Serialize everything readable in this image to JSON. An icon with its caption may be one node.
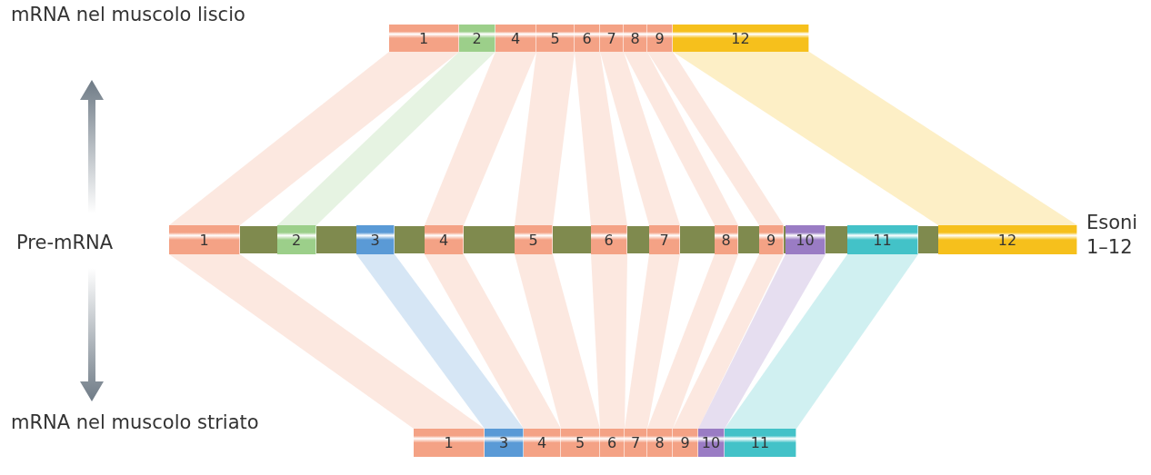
{
  "diagram": {
    "nodes": [
      {
        "text": [
          "1"
        ]
      },
      {
        "text": [
          "2"
        ]
      },
      {
        "text": [
          "4"
        ]
      },
      {
        "text": [
          "5"
        ]
      },
      {
        "text": [
          "6"
        ]
      },
      {
        "text": [
          "7"
        ]
      },
      {
        "text": [
          "8"
        ]
      },
      {
        "text": [
          "9"
        ]
      },
      {
        "text": [
          "12"
        ]
      },
      {
        "text": [
          "1"
        ]
      },
      {
        "text": [
          "2"
        ]
      },
      {
        "text": [
          "3"
        ]
      },
      {
        "text": [
          "4"
        ]
      },
      {
        "text": [
          "5"
        ]
      },
      {
        "text": [
          "6"
        ]
      },
      {
        "text": [
          "7"
        ]
      },
      {
        "text": [
          "8"
        ]
      },
      {
        "text": [
          "9"
        ]
      },
      {
        "text": [
          "10"
        ]
      },
      {
        "text": [
          "11"
        ]
      },
      {
        "text": [
          "12"
        ]
      },
      {
        "text": [
          "1"
        ]
      },
      {
        "text": [
          "3"
        ]
      },
      {
        "text": [
          "4"
        ]
      },
      {
        "text": [
          "5"
        ]
      },
      {
        "text": [
          "6"
        ]
      },
      {
        "text": [
          "7"
        ]
      },
      {
        "text": [
          "8"
        ]
      },
      {
        "text": [
          "9"
        ]
      },
      {
        "text": [
          "10"
        ]
      },
      {
        "text": [
          "11"
        ]
      }
    ],
    "edges": [
      {
        "from": 9,
        "to": 0,
        "arrow": "none"
      },
      {
        "from": 10,
        "to": 1,
        "arrow": "none"
      },
      {
        "from": 12,
        "to": 2,
        "arrow": "none"
      },
      {
        "from": 13,
        "to": 3,
        "arrow": "none"
      },
      {
        "from": 14,
        "to": 4,
        "arrow": "none"
      },
      {
        "from": 15,
        "to": 5,
        "arrow": "none"
      },
      {
        "from": 16,
        "to": 6,
        "arrow": "none"
      },
      {
        "from": 17,
        "to": 7,
        "arrow": "none"
      },
      {
        "from": 20,
        "to": 8,
        "arrow": "none"
      },
      {
        "from": 9,
        "to": 21,
        "arrow": "none"
      },
      {
        "from": 11,
        "to": 22,
        "arrow": "none"
      },
      {
        "from": 12,
        "to": 23,
        "arrow": "none"
      },
      {
        "from": 13,
        "to": 24,
        "arrow": "none"
      },
      {
        "from": 14,
        "to": 25,
        "arrow": "none"
      },
      {
        "from": 15,
        "to": 26,
        "arrow": "none"
      },
      {
        "from": 16,
        "to": 27,
        "arrow": "none"
      },
      {
        "from": 17,
        "to": 28,
        "arrow": "none"
      },
      {
        "from": 18,
        "to": 29,
        "arrow": "none"
      },
      {
        "from": 19,
        "to": 30,
        "arrow": "none"
      }
    ],
    "labels": [
      "mRNA nel muscolo liscio",
      "Pre-mRNA",
      "Esoni 1–12",
      "mRNA nel muscolo striato"
    ]
  }
}
